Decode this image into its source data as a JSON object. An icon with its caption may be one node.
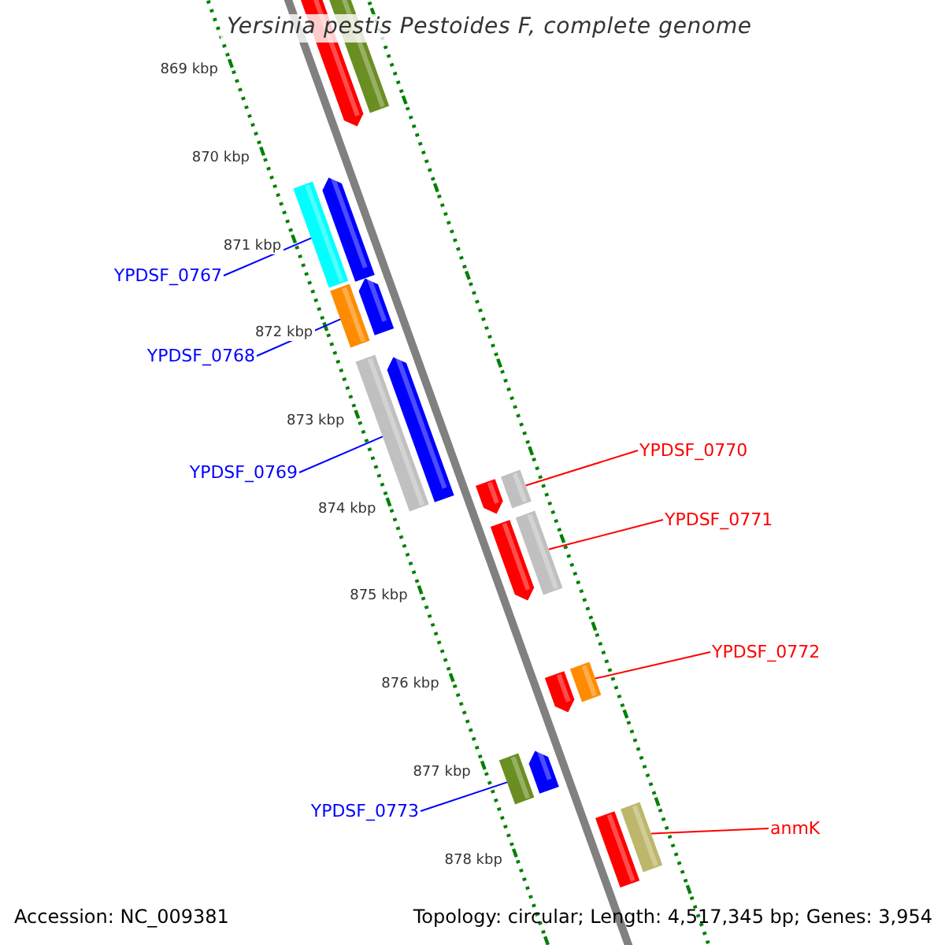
{
  "diagram": {
    "title": "Yersinia pestis Pestoides F, complete genome",
    "nodes": [
      {
        "text": [
          "YPDSF_0767"
        ]
      },
      {
        "text": [],
        "shape": "bar"
      },
      {
        "text": [
          "YPDSF_0768"
        ]
      },
      {
        "text": [],
        "shape": "bar"
      },
      {
        "text": [
          "YPDSF_0769"
        ]
      },
      {
        "text": [],
        "shape": "bar"
      },
      {
        "text": [
          "YPDSF_0770"
        ]
      },
      {
        "text": [],
        "shape": "bar"
      },
      {
        "text": [
          "YPDSF_0771"
        ]
      },
      {
        "text": [],
        "shape": "bar"
      },
      {
        "text": [
          "YPDSF_0772"
        ]
      },
      {
        "text": [],
        "shape": "bar"
      },
      {
        "text": [
          "YPDSF_0773"
        ]
      },
      {
        "text": [],
        "shape": "bar"
      },
      {
        "text": [
          "anmK"
        ]
      },
      {
        "text": [],
        "shape": "bar"
      }
    ],
    "edges": [
      {
        "from": 0,
        "to": 1,
        "arrow": "none"
      },
      {
        "from": 2,
        "to": 3,
        "arrow": "none"
      },
      {
        "from": 4,
        "to": 5,
        "arrow": "none"
      },
      {
        "from": 6,
        "to": 7,
        "arrow": "none",
        "color": "#ff0000"
      },
      {
        "from": 8,
        "to": 9,
        "arrow": "none",
        "color": "#ff0000"
      },
      {
        "from": 10,
        "to": 11,
        "arrow": "none",
        "color": "#ff0000"
      },
      {
        "from": 12,
        "to": 13,
        "arrow": "none"
      },
      {
        "from": 14,
        "to": 15,
        "arrow": "none",
        "color": "#ff0000"
      }
    ],
    "labels": [
      "869 kbp",
      "870 kbp",
      "871 kbp",
      "872 kbp",
      "873 kbp",
      "874 kbp",
      "875 kbp",
      "876 kbp",
      "877 kbp",
      "878 kbp",
      "Accession: NC_009381",
      "Topology: circular; Length: 4,517,345 bp; Genes: 3,954"
    ]
  }
}
